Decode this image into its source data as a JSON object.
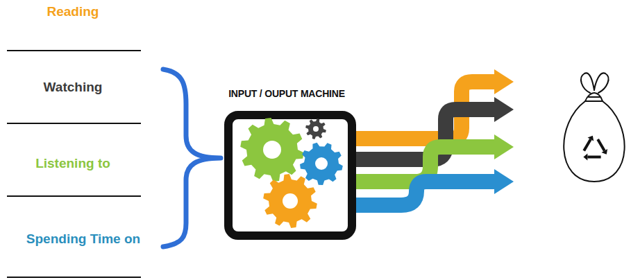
{
  "diagram": {
    "nodes": [
      {
        "text": [
          "INPUT / OUPUT MACHINE"
        ]
      }
    ],
    "labels": [
      "Reading",
      "Watching",
      "Listening to",
      "Spending Time on"
    ]
  }
}
